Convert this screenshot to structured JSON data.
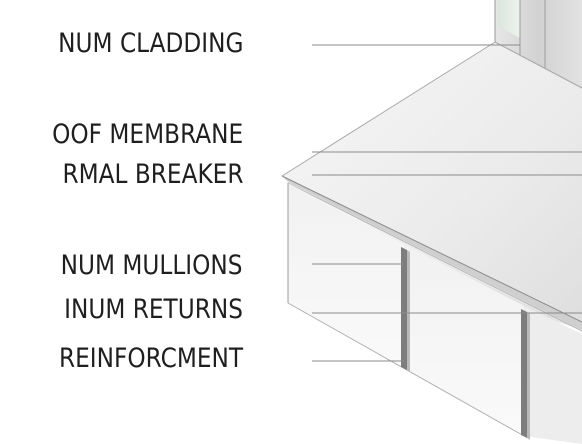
{
  "diagram": {
    "labels": {
      "cladding": "NUM CLADDING",
      "membrane": "OOF MEMBRANE",
      "breaker": "RMAL BREAKER",
      "mullions": "NUM MULLIONS",
      "returns": "INUM RETURNS",
      "reinforcement": "REINFORCMENT"
    },
    "colors": {
      "text": "#1f1f1f",
      "leader_line": "#8a8a8a",
      "panel_light": "#f2f2f2",
      "panel_shade": "#dcdcdc",
      "mullion": "#7d7d7d"
    }
  }
}
